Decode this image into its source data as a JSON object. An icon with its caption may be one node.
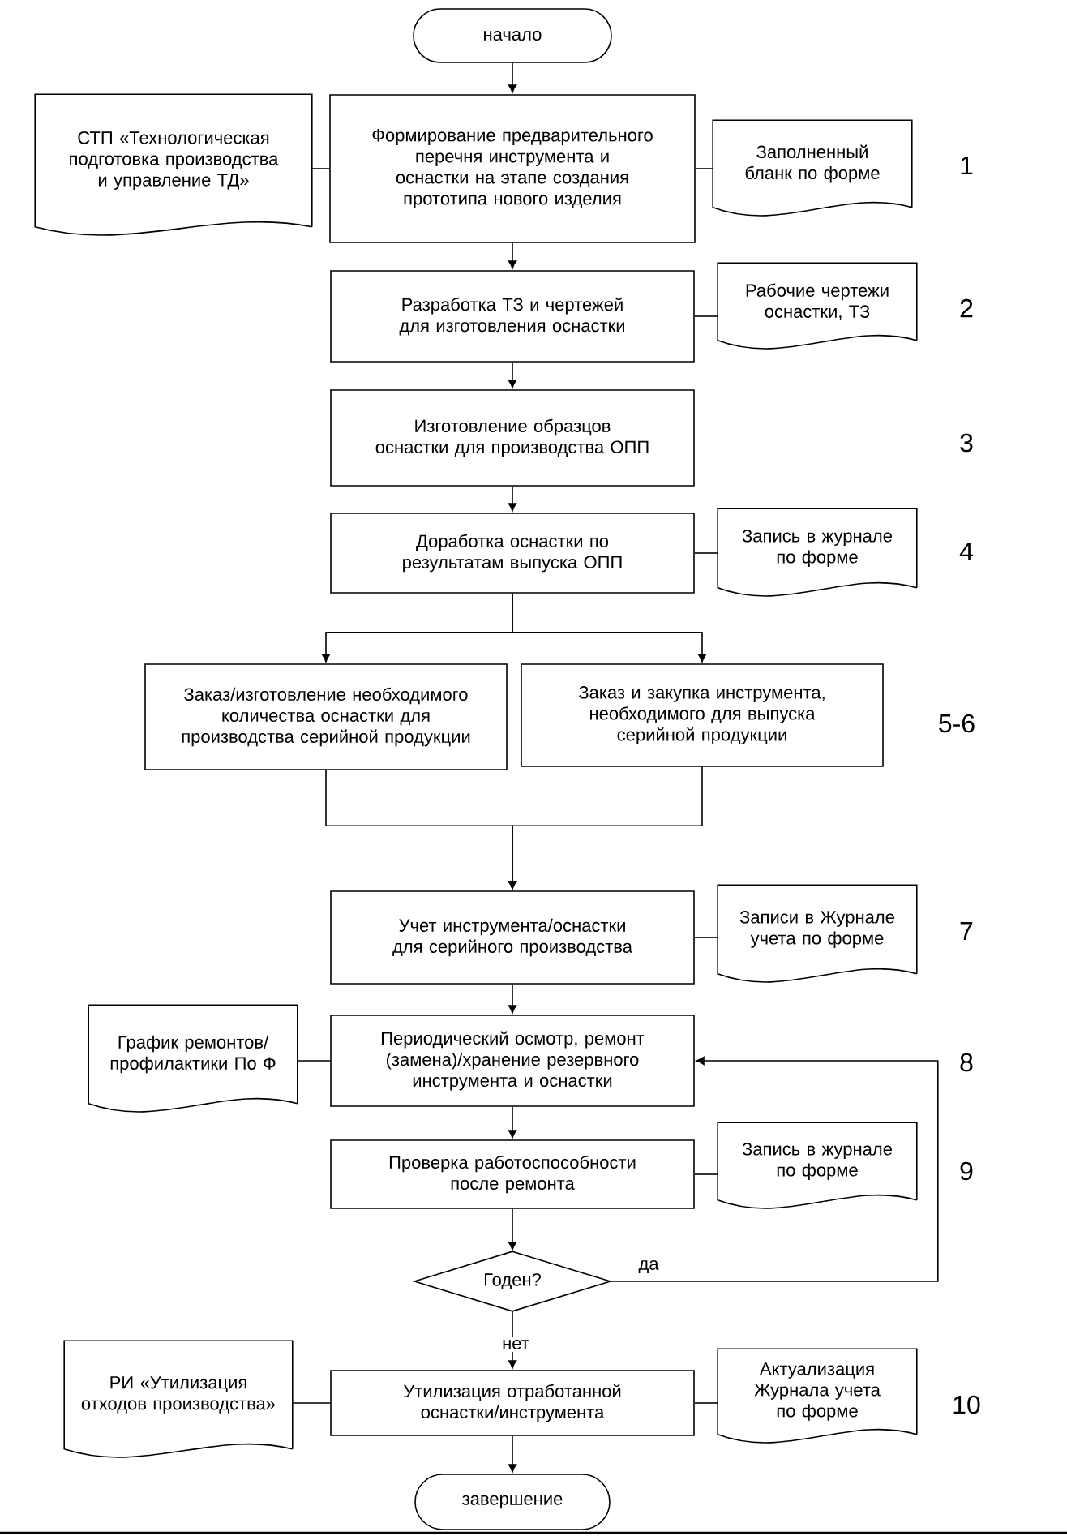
{
  "diagram": {
    "nodes": [
      {
        "text": [
          "начало"
        ]
      },
      {
        "text": [
          "Формирование предварительного перечня инструмента и оснастки на этапе создания прототипа нового изделия"
        ]
      },
      {
        "text": [
          "СТП «Технологическая подготовка производства и управление ТД»"
        ]
      },
      {
        "text": [
          "Заполненный бланк по форме"
        ]
      },
      {
        "text": [
          "Разработка ТЗ и чертежей для изготовления оснастки"
        ]
      },
      {
        "text": [
          "Рабочие чертежи оснастки, ТЗ"
        ]
      },
      {
        "text": [
          "Изготовление образцов оснастки для производства ОПП"
        ]
      },
      {
        "text": [
          "Доработка оснастки по результатам выпуска ОПП"
        ]
      },
      {
        "text": [
          "Запись в журнале по форме"
        ]
      },
      {
        "text": [
          "Заказ/изготовление необходимого количества оснастки для производства серийной продукции"
        ]
      },
      {
        "text": [
          "Заказ и закупка инструмента, необходимого для выпуска серийной продукции"
        ]
      },
      {
        "text": [
          "Учет инструмента/оснастки для серийного производства"
        ]
      },
      {
        "text": [
          "Записи в Журнале учета по форме"
        ]
      },
      {
        "text": [
          "График ремонтов/ профилактики По Ф"
        ]
      },
      {
        "text": [
          "Периодический осмотр, ремонт (замена)/хранение резервного инструмента и оснастки"
        ]
      },
      {
        "text": [
          "Проверка работоспособности после ремонта"
        ]
      },
      {
        "text": [
          "Запись в журнале по форме"
        ]
      },
      {
        "text": [
          "Годен?"
        ]
      },
      {
        "text": [
          "РИ «Утилизация отходов производства»"
        ]
      },
      {
        "text": [
          "Утилизация отработанной оснастки/инструмента"
        ]
      },
      {
        "text": [
          "Актуализация Журнала учета по форме"
        ]
      },
      {
        "text": [
          "завершение"
        ]
      }
    ],
    "edges": [
      {
        "from": 0,
        "to": 1,
        "arrow": "to"
      },
      {
        "from": 2,
        "to": 1,
        "arrow": "none"
      },
      {
        "from": 1,
        "to": 3,
        "arrow": "none"
      },
      {
        "from": 1,
        "to": 4,
        "arrow": "to"
      },
      {
        "from": 4,
        "to": 5,
        "arrow": "none"
      },
      {
        "from": 4,
        "to": 6,
        "arrow": "to"
      },
      {
        "from": 6,
        "to": 7,
        "arrow": "to"
      },
      {
        "from": 7,
        "to": 8,
        "arrow": "none"
      },
      {
        "from": 7,
        "to": 9,
        "arrow": "to"
      },
      {
        "from": 7,
        "to": 10,
        "arrow": "to"
      },
      {
        "from": 9,
        "to": 11,
        "arrow": "to"
      },
      {
        "from": 10,
        "to": 11,
        "arrow": "to"
      },
      {
        "from": 11,
        "to": 12,
        "arrow": "none"
      },
      {
        "from": 11,
        "to": 14,
        "arrow": "to"
      },
      {
        "from": 13,
        "to": 14,
        "arrow": "none"
      },
      {
        "from": 14,
        "to": 15,
        "arrow": "to"
      },
      {
        "from": 15,
        "to": 16,
        "arrow": "none"
      },
      {
        "from": 15,
        "to": 17,
        "arrow": "to"
      },
      {
        "from": 17,
        "to": 14,
        "arrow": "to",
        "label": "да"
      },
      {
        "from": 17,
        "to": 19,
        "arrow": "to",
        "label": "нет"
      },
      {
        "from": 18,
        "to": 19,
        "arrow": "none"
      },
      {
        "from": 19,
        "to": 20,
        "arrow": "none"
      },
      {
        "from": 19,
        "to": 21,
        "arrow": "to"
      }
    ],
    "labels": [
      "1",
      "2",
      "3",
      "4",
      "5-6",
      "7",
      "8",
      "9",
      "10"
    ]
  }
}
